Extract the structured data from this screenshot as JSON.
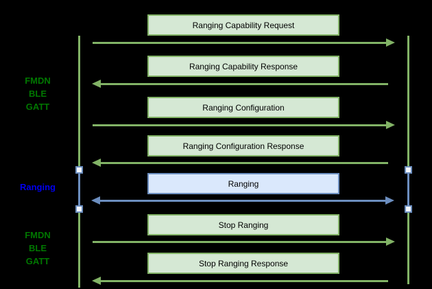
{
  "diagram_type": "sequence-diagram",
  "colors": {
    "background": "#000000",
    "green_box_fill": "#d5e8d4",
    "green_stroke": "#82b366",
    "blue_box_fill": "#dae8fc",
    "blue_stroke": "#6c8ebf",
    "green_label_text": "#007700",
    "blue_label_text": "#0000ee",
    "box_text": "#000000",
    "activation_fill": "#f4f8fe"
  },
  "side_labels": [
    {
      "lines": [
        "FMDN",
        "BLE",
        "GATT"
      ],
      "theme": "green"
    },
    {
      "lines": [
        "Ranging"
      ],
      "theme": "blue"
    },
    {
      "lines": [
        "FMDN",
        "BLE",
        "GATT"
      ],
      "theme": "green"
    }
  ],
  "messages": [
    {
      "label": "Ranging Capability Request",
      "direction": "right",
      "theme": "green"
    },
    {
      "label": "Ranging Capability Response",
      "direction": "left",
      "theme": "green"
    },
    {
      "label": "Ranging Configuration",
      "direction": "right",
      "theme": "green"
    },
    {
      "label": "Ranging Configuration Response",
      "direction": "left",
      "theme": "green"
    },
    {
      "label": "Ranging",
      "direction": "both",
      "theme": "blue"
    },
    {
      "label": "Stop Ranging",
      "direction": "right",
      "theme": "green"
    },
    {
      "label": "Stop Ranging Response",
      "direction": "left",
      "theme": "green"
    }
  ]
}
